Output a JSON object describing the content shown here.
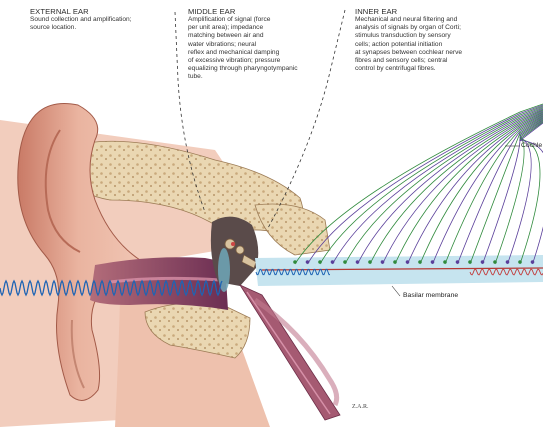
{
  "sections": [
    {
      "heading": "EXTERNAL EAR",
      "description": "Sound collection and amplification;\nsource location."
    },
    {
      "heading": "MIDDLE EAR",
      "description": "Amplification of signal (force\nper unit area); impedance\nmatching between air and\nwater vibrations; neural\nreflex and mechanical damping\nof excessive vibration; pressure\nequalizing through pharyngotympanic\ntube."
    },
    {
      "heading": "INNER EAR",
      "description": "Mechanical and neural filtering and\nanalysis of signals by organ of Corti;\nstimulus transduction by sensory\ncells; action potential initiation\nat synapses between cochlear nerve\nfibres and sensory cells; central\ncontrol by centrifugal fibres."
    }
  ],
  "labels": {
    "cochlear": "Cochle",
    "basilar": "Basilar membrane"
  },
  "signature": "Z.A.R.",
  "colors": {
    "skin": "#e4a48c",
    "bone": "#e8d4ae",
    "canal": "#8f4a68",
    "fluid": "#bfe0ec",
    "nerve_green": "#2f8a3c",
    "nerve_purple": "#5a3f9a",
    "wave": "#1e64b4",
    "wave_red": "#c23a3a"
  }
}
